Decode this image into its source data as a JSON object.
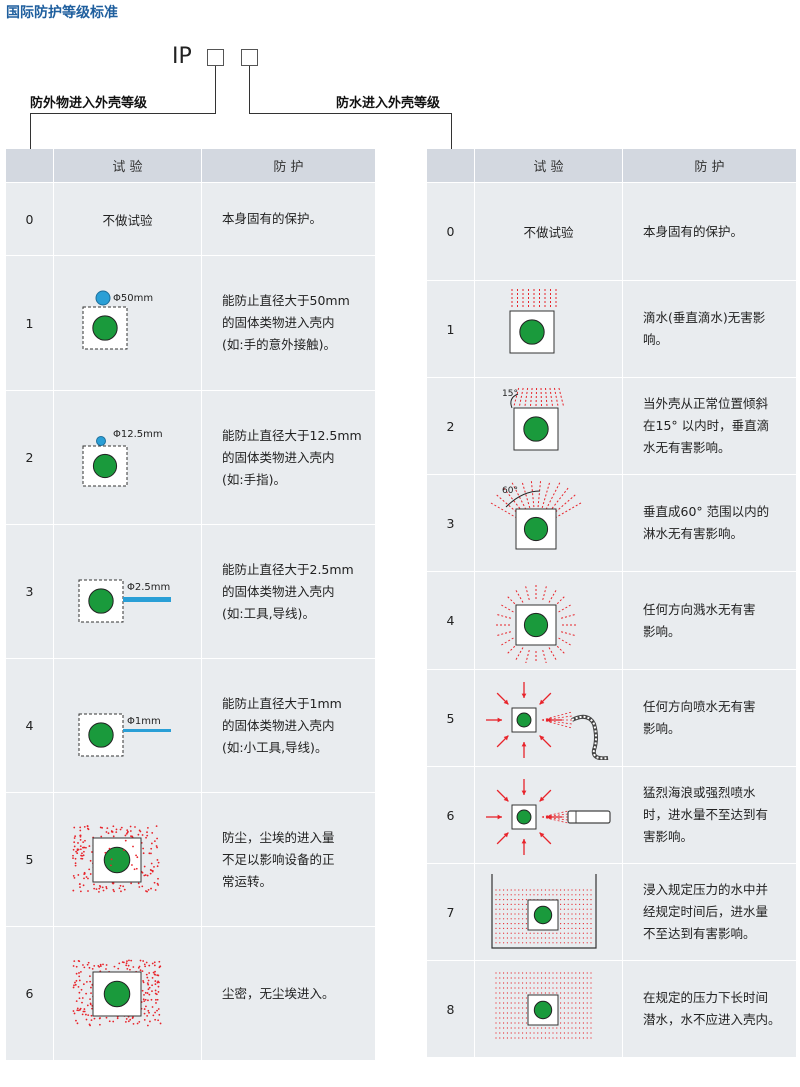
{
  "title": "国际防护等级标准",
  "ip": {
    "code": "IP"
  },
  "solid_caption": "防外物进入外壳等级",
  "water_caption": "防水进入外壳等级",
  "solid_table": {
    "headers": [
      "试 验",
      "防 护"
    ],
    "rows": [
      {
        "level": "0",
        "test_text": "不做试验",
        "protection": "本身固有的保护。"
      },
      {
        "level": "1",
        "diagram": "sphere-50mm",
        "label": "Φ50mm",
        "protection": "能防止直径大于50mm\n的固体类物进入壳内\n(如:手的意外接触)。"
      },
      {
        "level": "2",
        "diagram": "sphere-12-5mm",
        "label": "Φ12.5mm",
        "protection": "能防止直径大于12.5mm\n的固体类物进入壳内\n(如:手指)。"
      },
      {
        "level": "3",
        "diagram": "wire-2-5mm",
        "label": "Φ2.5mm",
        "protection": "能防止直径大于2.5mm\n的固体类物进入壳内\n(如:工具,导线)。"
      },
      {
        "level": "4",
        "diagram": "wire-1mm",
        "label": "Φ1mm",
        "protection": "能防止直径大于1mm\n的固体类物进入壳内\n(如:小工具,导线)。"
      },
      {
        "level": "5",
        "diagram": "dust-protected",
        "protection": "防尘，尘埃的进入量\n不足以影响设备的正\n常运转。"
      },
      {
        "level": "6",
        "diagram": "dust-tight",
        "protection": "尘密，无尘埃进入。"
      }
    ]
  },
  "water_table": {
    "headers": [
      "试 验",
      "防 护"
    ],
    "rows": [
      {
        "level": "0",
        "test_text": "不做试验",
        "protection": "本身固有的保护。"
      },
      {
        "level": "1",
        "diagram": "vertical-drip",
        "protection": "滴水(垂直滴水)无害影\n响。"
      },
      {
        "level": "2",
        "diagram": "drip-15deg",
        "label": "15°",
        "protection": "当外壳从正常位置倾斜\n在15° 以内时，垂直滴\n水无有害影响。"
      },
      {
        "level": "3",
        "diagram": "spray-60deg",
        "label": "60°",
        "protection": "垂直成60° 范围以内的\n淋水无有害影响。"
      },
      {
        "level": "4",
        "diagram": "splash-all",
        "protection": "任何方向溅水无有害\n影响。"
      },
      {
        "level": "5",
        "diagram": "water-jet",
        "protection": "任何方向喷水无有害\n影响。"
      },
      {
        "level": "6",
        "diagram": "powerful-jet",
        "protection": "猛烈海浪或强烈喷水\n时，进水量不至达到有\n害影响。"
      },
      {
        "level": "7",
        "diagram": "temporary-immersion",
        "protection": "浸入规定压力的水中并\n经规定时间后，进水量\n不至达到有害影响。"
      },
      {
        "level": "8",
        "diagram": "continuous-immersion",
        "protection": "在规定的压力下长时间\n潜水，水不应进入壳内。"
      }
    ]
  },
  "colors": {
    "title": "#1f5f9e",
    "header_bg": "#d3d8e0",
    "cell_bg": "#e9ecef",
    "green": "#1a9a3c",
    "blue": "#2a9fd6",
    "red": "#e8232a"
  }
}
